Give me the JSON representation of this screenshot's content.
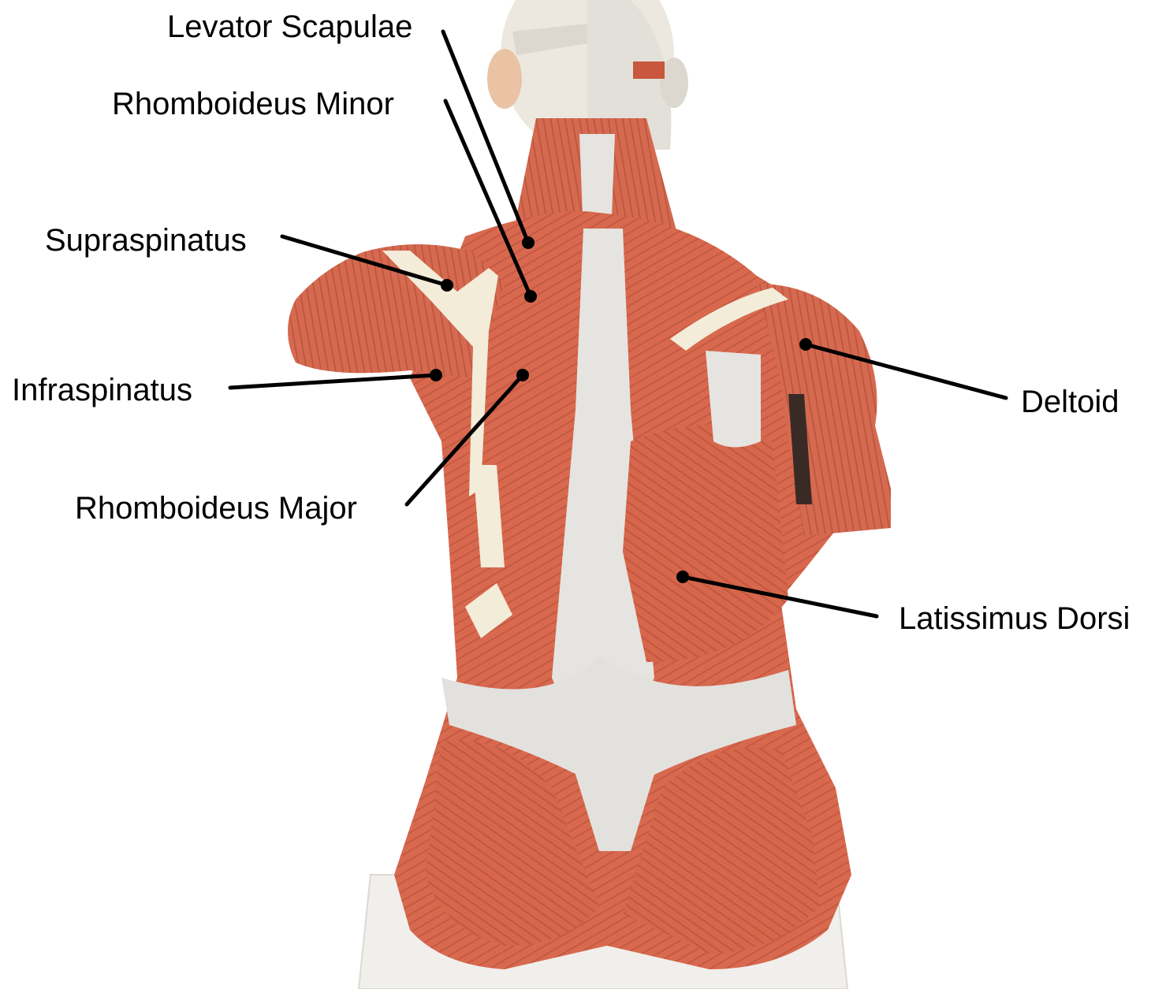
{
  "labels": {
    "levator_scapulae": "Levator Scapulae",
    "rhomboideus_minor": "Rhomboideus Minor",
    "supraspinatus": "Supraspinatus",
    "infraspinatus": "Infraspinatus",
    "rhomboideus_major": "Rhomboideus Major",
    "deltoid": "Deltoid",
    "latissimus_dorsi": "Latissimus Dorsi"
  },
  "colors": {
    "muscle": "#d8694f",
    "muscle_dark": "#b8503a",
    "tendon": "#e6e4e0",
    "bone": "#f3ecd8",
    "head": "#ece8df",
    "leader_line": "#000000"
  }
}
